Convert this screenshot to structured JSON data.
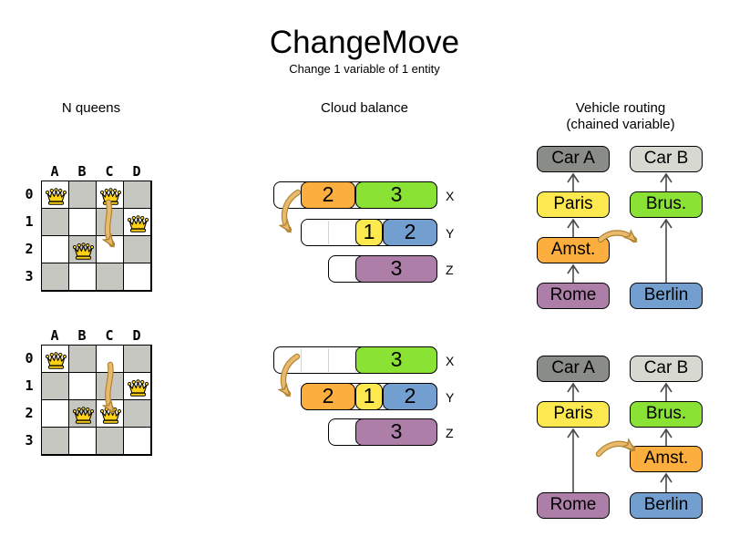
{
  "title": "ChangeMove",
  "subtitle": "Change 1 variable of 1 entity",
  "sections": {
    "nqueens": {
      "label": "N queens"
    },
    "cloud": {
      "label": "Cloud balance"
    },
    "vehicle": {
      "label": "Vehicle routing",
      "sublabel": "(chained variable)"
    }
  },
  "nqueens": {
    "col_labels": [
      "A",
      "B",
      "C",
      "D"
    ],
    "row_labels": [
      "0",
      "1",
      "2",
      "3"
    ],
    "before": {
      "queens": [
        {
          "col": 0,
          "row": 0
        },
        {
          "col": 2,
          "row": 0
        },
        {
          "col": 3,
          "row": 1
        },
        {
          "col": 1,
          "row": 2
        }
      ]
    },
    "after": {
      "queens": [
        {
          "col": 0,
          "row": 0
        },
        {
          "col": 3,
          "row": 1
        },
        {
          "col": 1,
          "row": 2
        },
        {
          "col": 2,
          "row": 2
        }
      ]
    }
  },
  "cloud": {
    "before": [
      {
        "name": "X",
        "capacity": 6,
        "blocks": [
          {
            "value": "2",
            "color": "#fcaf3e",
            "start": 1,
            "size": 2
          },
          {
            "value": "3",
            "color": "#8ae234",
            "start": 3,
            "size": 3
          }
        ]
      },
      {
        "name": "Y",
        "capacity": 5,
        "blocks": [
          {
            "value": "1",
            "color": "#fce94f",
            "start": 2,
            "size": 1
          },
          {
            "value": "2",
            "color": "#729fcf",
            "start": 3,
            "size": 2
          }
        ]
      },
      {
        "name": "Z",
        "capacity": 4,
        "blocks": [
          {
            "value": "3",
            "color": "#ad7fa8",
            "start": 1,
            "size": 3
          }
        ]
      }
    ],
    "after": [
      {
        "name": "X",
        "capacity": 6,
        "blocks": [
          {
            "value": "3",
            "color": "#8ae234",
            "start": 3,
            "size": 3
          }
        ]
      },
      {
        "name": "Y",
        "capacity": 5,
        "blocks": [
          {
            "value": "2",
            "color": "#fcaf3e",
            "start": 0,
            "size": 2
          },
          {
            "value": "1",
            "color": "#fce94f",
            "start": 2,
            "size": 1
          },
          {
            "value": "2",
            "color": "#729fcf",
            "start": 3,
            "size": 2
          }
        ]
      },
      {
        "name": "Z",
        "capacity": 4,
        "blocks": [
          {
            "value": "3",
            "color": "#ad7fa8",
            "start": 1,
            "size": 3
          }
        ]
      }
    ]
  },
  "vehicle": {
    "nodes": {
      "carA": {
        "label": "Car A",
        "color": "#8a8c87"
      },
      "carB": {
        "label": "Car B",
        "color": "#d7d9d1"
      },
      "paris": {
        "label": "Paris",
        "color": "#fce94f"
      },
      "brus": {
        "label": "Brus.",
        "color": "#8ae234"
      },
      "amst": {
        "label": "Amst.",
        "color": "#fcaf3e"
      },
      "rome": {
        "label": "Rome",
        "color": "#ad7fa8"
      },
      "berlin": {
        "label": "Berlin",
        "color": "#729fcf"
      }
    },
    "before": {
      "chains": {
        "carA": [
          "paris",
          "amst",
          "rome"
        ],
        "carB": [
          "brus",
          "berlin"
        ]
      }
    },
    "after": {
      "chains": {
        "carA": [
          "paris",
          "rome"
        ],
        "carB": [
          "brus",
          "amst",
          "berlin"
        ]
      }
    }
  },
  "colors": {
    "board_dark": "#c5c7c0",
    "queen": "#fcd118",
    "move_arrow": "#e9b96e",
    "move_arrow_outline": "#b08532",
    "chain_line": "#4a4a4a"
  }
}
